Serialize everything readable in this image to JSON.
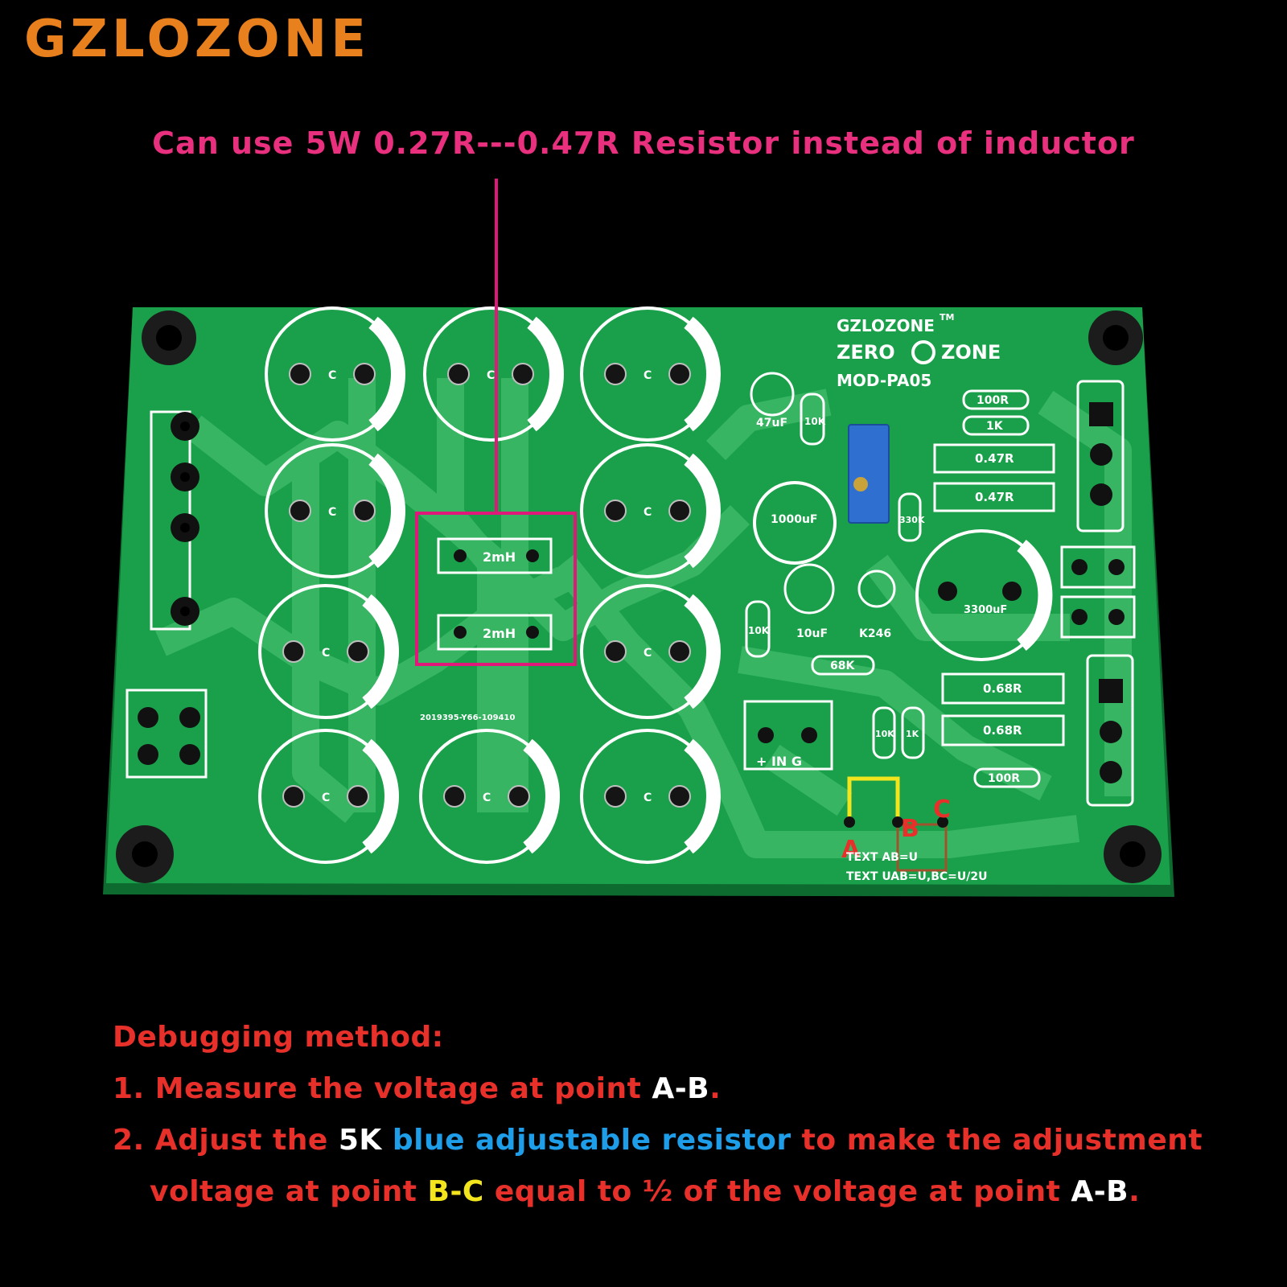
{
  "brand": "GZLOZONE",
  "callout": "Can use 5W 0.27R---0.47R Resistor instead of inductor",
  "board": {
    "brand": "GZLOZONE",
    "tm": "TM",
    "logo_left": "ZERO",
    "logo_right": "ZONE",
    "model": "MOD-PA05",
    "cap_marking": "C",
    "inductor_label": "2mH",
    "serial": "2019395-Y66-109410",
    "labels": {
      "c47uf": "47uF",
      "r10k_a": "10K",
      "r100r_a": "100R",
      "r1k_a": "1K",
      "r047_a": "0.47R",
      "r047_b": "0.47R",
      "c1000uf": "1000uF",
      "r330k": "330K",
      "c3300uf": "3300uF",
      "r10k_b": "10K",
      "c10uf": "10uF",
      "fet": "K246",
      "r68k": "68K",
      "r068_a": "0.68R",
      "r068_b": "0.68R",
      "r10k_c": "10K",
      "r1k_b": "1K",
      "r100r_b": "100R",
      "in_label": "+  IN  G",
      "test_line1": "TEXT  AB=U",
      "test_line2": "TEXT UAB=U,BC=U/2U"
    },
    "points": {
      "a": "A",
      "b": "B",
      "c": "C"
    }
  },
  "instructions": {
    "heading": "Debugging method:",
    "step1": {
      "text": "1. Measure the voltage at point ",
      "point": "A-B",
      "end": "."
    },
    "step2": {
      "lead": "2. Adjust the ",
      "value": "5K",
      "space": " ",
      "component": "blue adjustable resistor",
      "rest": " to make the adjustment",
      "line2_start": "voltage at point ",
      "point_bc": "B-C",
      "middle": " equal to ½ of the voltage at point ",
      "point_ab": "A-B",
      "end": "."
    }
  },
  "colors": {
    "brand": "#e8801d",
    "callout": "#e8307e",
    "instruction_text": "#e8302a",
    "highlight_white": "#ffffff",
    "highlight_blue": "#1e9de8",
    "highlight_yellow": "#f2e51d",
    "pcb_green": "#1aa04a",
    "trace_green": "#37b563"
  }
}
